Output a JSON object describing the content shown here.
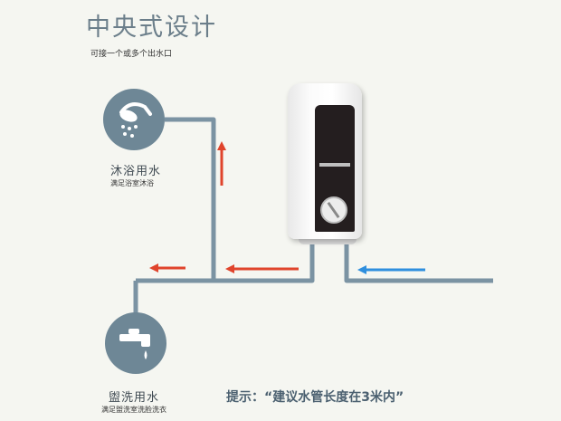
{
  "header": {
    "title": "中央式设计",
    "subtitle": "可接一个或多个出水口"
  },
  "outlets": [
    {
      "label": "沐浴用水",
      "sublabel": "满足浴室沐浴",
      "icon": "shower-icon"
    },
    {
      "label": "盥洗用水",
      "sublabel": "满足盥洗室洗脸洗衣",
      "icon": "faucet-icon"
    }
  ],
  "tip": "提示：“建议水管长度在3米内”",
  "colors": {
    "background": "#f5f6f1",
    "pipe": "#7b93a3",
    "hot_arrow": "#e0442c",
    "cold_arrow": "#2f8fde",
    "circle": "#6e8796",
    "heater_panel": "#241e1f"
  }
}
